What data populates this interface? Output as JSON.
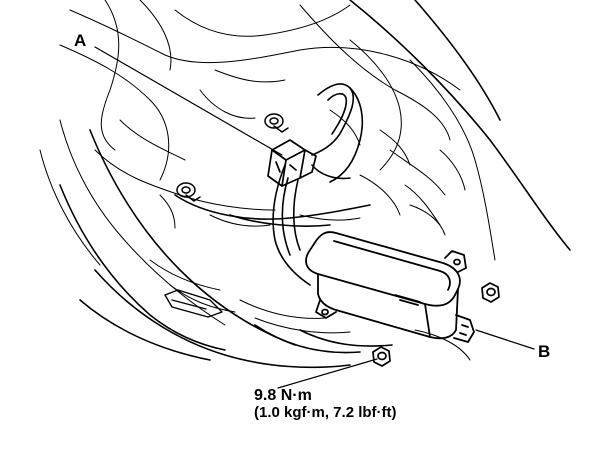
{
  "callouts": {
    "a": "A",
    "b": "B"
  },
  "torque": {
    "line1": "9.8 N·m",
    "line2": "(1.0 kgf·m, 7.2 lbf·ft)"
  },
  "colors": {
    "ink": "#000000",
    "background": "#ffffff"
  }
}
